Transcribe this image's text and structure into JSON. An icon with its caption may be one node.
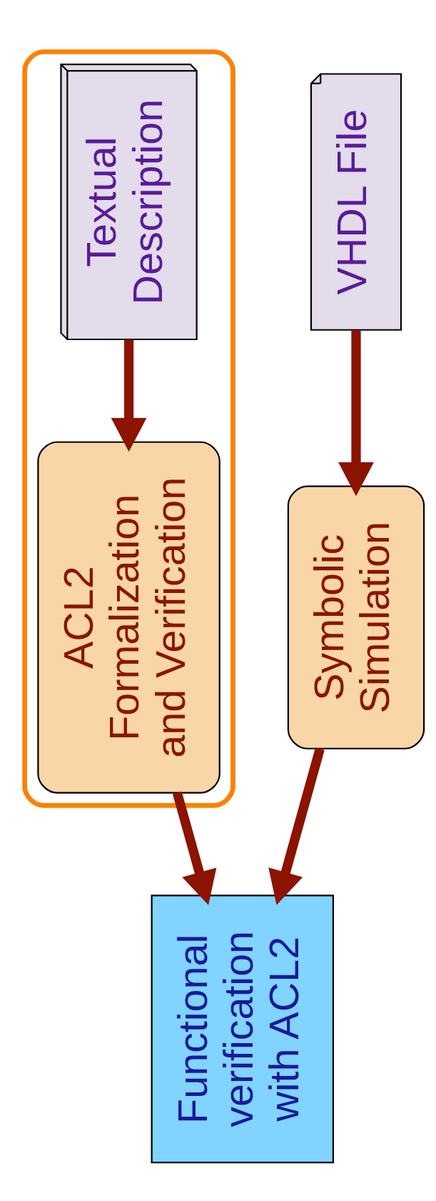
{
  "diagram": {
    "nodes": [
      {
        "text": [],
        "shape": "ellipse"
      },
      {
        "text": [
          "Textual Description"
        ],
        "in": 0
      },
      {
        "text": [
          "VHDL File"
        ]
      },
      {
        "text": [
          "ACL2 Formalization and Verification"
        ],
        "in": 0
      },
      {
        "text": [
          "Symbolic Simulation"
        ]
      },
      {
        "text": [
          "Functional verification with ACL2"
        ]
      }
    ],
    "edges": [
      {
        "from": 1,
        "to": 3,
        "arrow": "to"
      },
      {
        "from": 2,
        "to": 4,
        "arrow": "to"
      },
      {
        "from": 3,
        "to": 5,
        "arrow": "to"
      },
      {
        "from": 4,
        "to": 5,
        "arrow": "to"
      }
    ]
  }
}
